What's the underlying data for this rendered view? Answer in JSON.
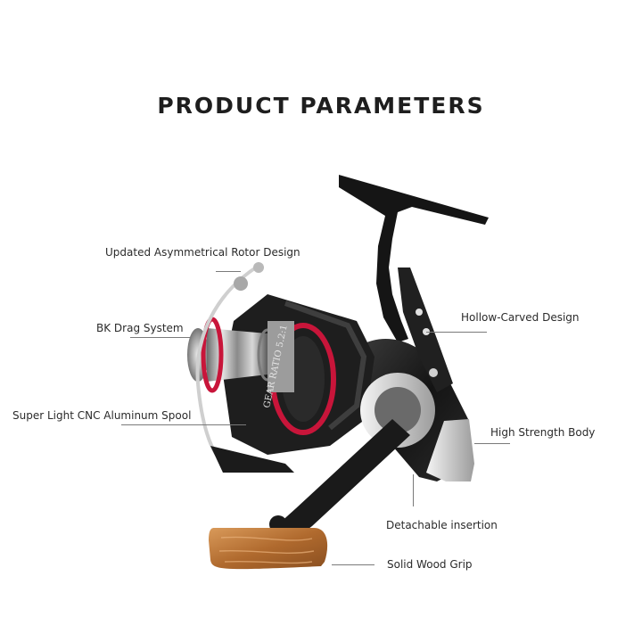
{
  "title": "PRODUCT PARAMETERS",
  "spool_marking": "GEAR RATIO 5.2:1",
  "labels": {
    "rotor": "Updated Asymmetrical Rotor Design",
    "drag": "BK Drag System",
    "spool": "Super Light CNC Aluminum Spool",
    "hollow": "Hollow-Carved Design",
    "body": "High Strength Body",
    "insertion": "Detachable insertion",
    "grip": "Solid Wood Grip"
  },
  "colors": {
    "accent": "#c8153a",
    "body": "#1c1c1c",
    "metal": "#b9b9b9",
    "wood": "#b7753a"
  }
}
